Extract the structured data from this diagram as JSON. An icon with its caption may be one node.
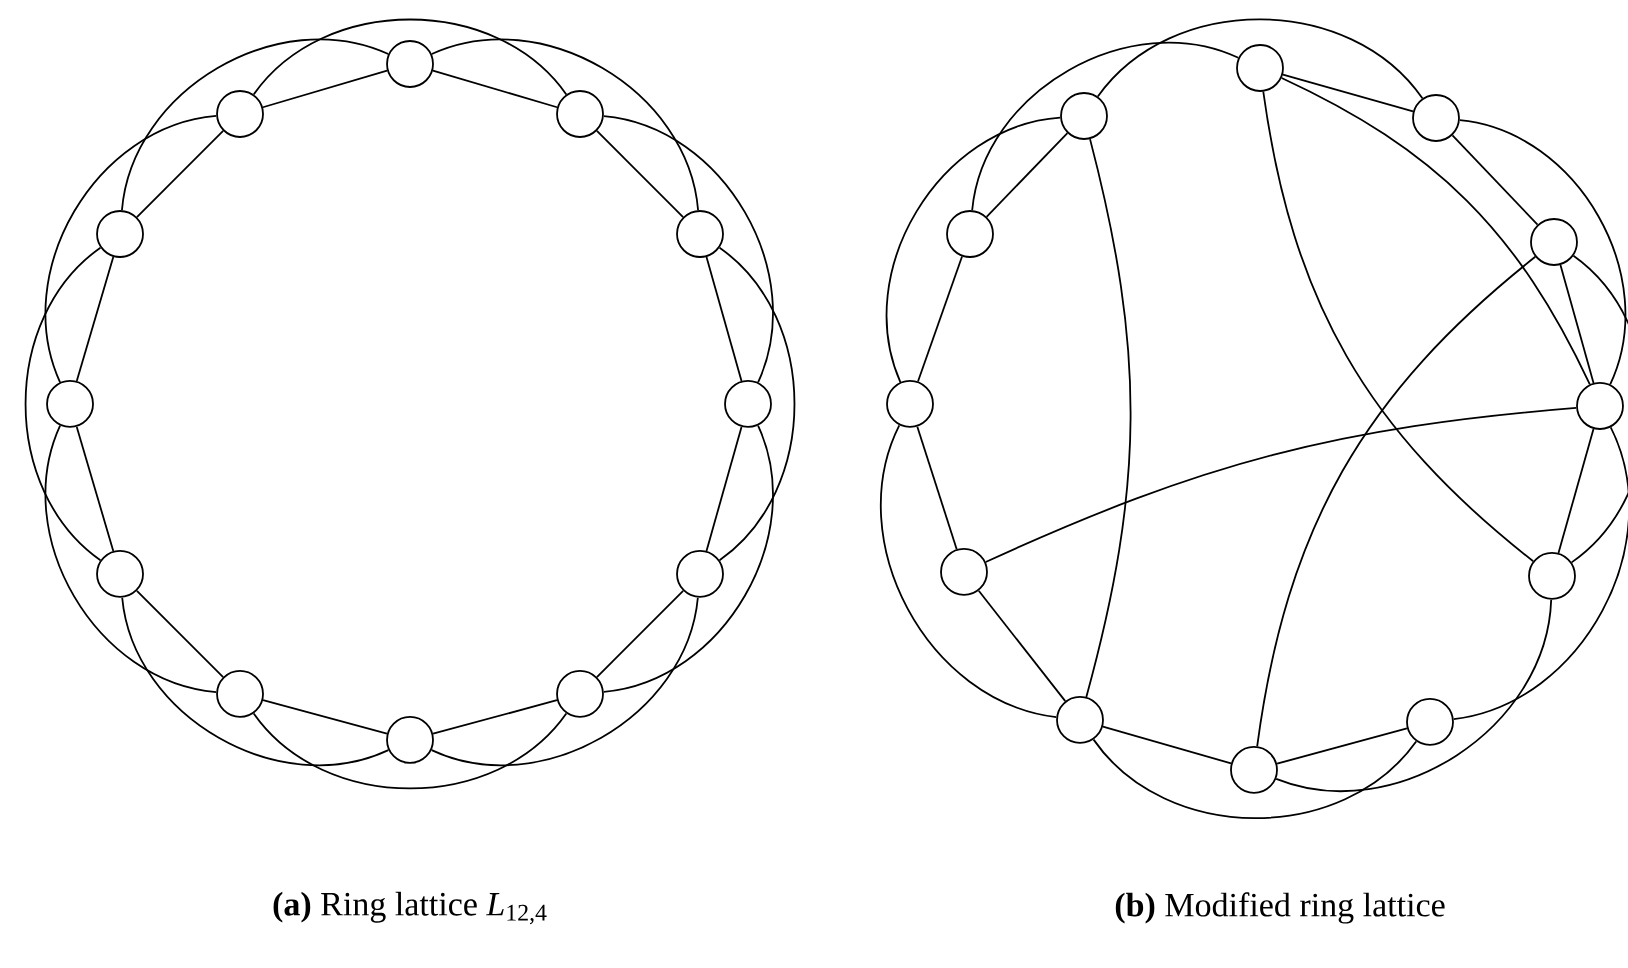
{
  "diagram": {
    "nodes": [
      {
        "text": [],
        "shape": "circle"
      },
      {
        "text": [],
        "shape": "circle"
      },
      {
        "text": [],
        "shape": "circle"
      },
      {
        "text": [],
        "shape": "circle"
      },
      {
        "text": [],
        "shape": "circle"
      },
      {
        "text": [],
        "shape": "circle"
      },
      {
        "text": [],
        "shape": "circle"
      },
      {
        "text": [],
        "shape": "circle"
      },
      {
        "text": [],
        "shape": "circle"
      },
      {
        "text": [],
        "shape": "circle"
      },
      {
        "text": [],
        "shape": "circle"
      },
      {
        "text": [],
        "shape": "circle"
      },
      {
        "text": [],
        "shape": "circle"
      },
      {
        "text": [],
        "shape": "circle"
      },
      {
        "text": [],
        "shape": "circle"
      },
      {
        "text": [],
        "shape": "circle"
      },
      {
        "text": [],
        "shape": "circle"
      },
      {
        "text": [],
        "shape": "circle"
      },
      {
        "text": [],
        "shape": "circle"
      },
      {
        "text": [],
        "shape": "circle"
      },
      {
        "text": [],
        "shape": "circle"
      },
      {
        "text": [],
        "shape": "circle"
      },
      {
        "text": [],
        "shape": "circle"
      },
      {
        "text": [],
        "shape": "circle"
      }
    ],
    "edges": [
      {
        "from": 0,
        "to": 1,
        "arrow": "none"
      },
      {
        "from": 1,
        "to": 2,
        "arrow": "none"
      },
      {
        "from": 2,
        "to": 3,
        "arrow": "none"
      },
      {
        "from": 3,
        "to": 4,
        "arrow": "none"
      },
      {
        "from": 4,
        "to": 5,
        "arrow": "none"
      },
      {
        "from": 5,
        "to": 6,
        "arrow": "none"
      },
      {
        "from": 6,
        "to": 7,
        "arrow": "none"
      },
      {
        "from": 7,
        "to": 8,
        "arrow": "none"
      },
      {
        "from": 8,
        "to": 9,
        "arrow": "none"
      },
      {
        "from": 9,
        "to": 10,
        "arrow": "none"
      },
      {
        "from": 10,
        "to": 11,
        "arrow": "none"
      },
      {
        "from": 11,
        "to": 0,
        "arrow": "none"
      },
      {
        "from": 0,
        "to": 2,
        "arrow": "none"
      },
      {
        "from": 1,
        "to": 3,
        "arrow": "none"
      },
      {
        "from": 2,
        "to": 4,
        "arrow": "none"
      },
      {
        "from": 3,
        "to": 5,
        "arrow": "none"
      },
      {
        "from": 4,
        "to": 6,
        "arrow": "none"
      },
      {
        "from": 5,
        "to": 7,
        "arrow": "none"
      },
      {
        "from": 6,
        "to": 8,
        "arrow": "none"
      },
      {
        "from": 7,
        "to": 9,
        "arrow": "none"
      },
      {
        "from": 8,
        "to": 10,
        "arrow": "none"
      },
      {
        "from": 9,
        "to": 11,
        "arrow": "none"
      },
      {
        "from": 10,
        "to": 0,
        "arrow": "none"
      },
      {
        "from": 11,
        "to": 1,
        "arrow": "none"
      },
      {
        "from": 12,
        "to": 13,
        "arrow": "none"
      },
      {
        "from": 13,
        "to": 14,
        "arrow": "none"
      },
      {
        "from": 14,
        "to": 15,
        "arrow": "none"
      },
      {
        "from": 15,
        "to": 16,
        "arrow": "none"
      },
      {
        "from": 17,
        "to": 18,
        "arrow": "none"
      },
      {
        "from": 18,
        "to": 19,
        "arrow": "none"
      },
      {
        "from": 19,
        "to": 20,
        "arrow": "none"
      },
      {
        "from": 20,
        "to": 21,
        "arrow": "none"
      },
      {
        "from": 21,
        "to": 22,
        "arrow": "none"
      },
      {
        "from": 22,
        "to": 23,
        "arrow": "none"
      },
      {
        "from": 22,
        "to": 12,
        "arrow": "none"
      },
      {
        "from": 23,
        "to": 13,
        "arrow": "none"
      },
      {
        "from": 13,
        "to": 15,
        "arrow": "none"
      },
      {
        "from": 14,
        "to": 16,
        "arrow": "none"
      },
      {
        "from": 15,
        "to": 17,
        "arrow": "none"
      },
      {
        "from": 16,
        "to": 18,
        "arrow": "none"
      },
      {
        "from": 17,
        "to": 19,
        "arrow": "none"
      },
      {
        "from": 19,
        "to": 21,
        "arrow": "none"
      },
      {
        "from": 21,
        "to": 23,
        "arrow": "none"
      },
      {
        "from": 12,
        "to": 15,
        "arrow": "none"
      },
      {
        "from": 12,
        "to": 16,
        "arrow": "none"
      },
      {
        "from": 14,
        "to": 18,
        "arrow": "none"
      },
      {
        "from": 15,
        "to": 20,
        "arrow": "none"
      },
      {
        "from": 23,
        "to": 19,
        "arrow": "none"
      }
    ],
    "labels": [
      "**(a)** Ring lattice *L*$_{12,4}$",
      "**(b)** Modified ring lattice"
    ]
  }
}
